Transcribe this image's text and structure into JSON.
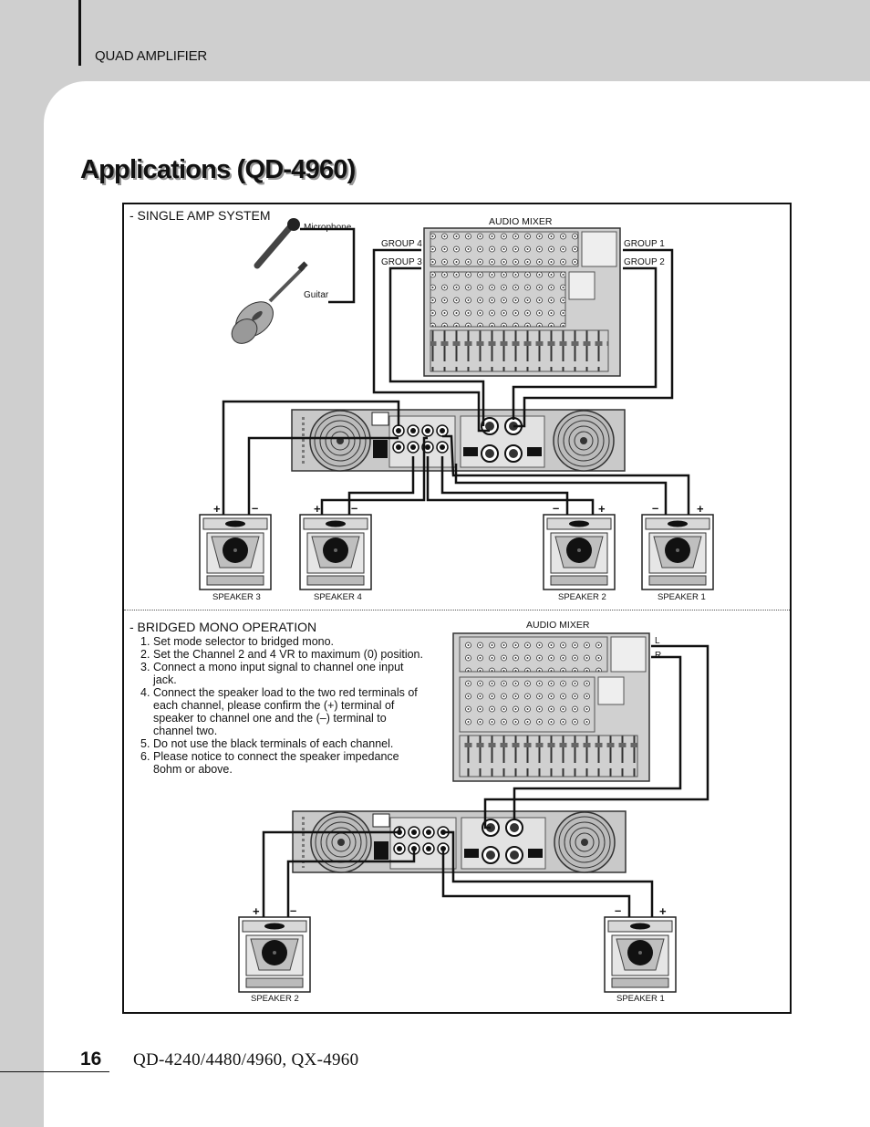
{
  "header": {
    "title": "QUAD AMPLIFIER"
  },
  "heading": "Applications (QD-4960)",
  "single": {
    "title": "- SINGLE AMP SYSTEM",
    "microphone": "Microphone",
    "guitar": "Guitar",
    "mixer": "AUDIO MIXER",
    "group4": "GROUP 4",
    "group3": "GROUP 3",
    "group1": "GROUP 1",
    "group2": "GROUP 2",
    "speakers": [
      "SPEAKER 3",
      "SPEAKER 4",
      "SPEAKER 2",
      "SPEAKER 1"
    ],
    "plus": "+",
    "minus": "–"
  },
  "bridged": {
    "title": "- BRIDGED MONO OPERATION",
    "mixer": "AUDIO MIXER",
    "left": "L",
    "right": "R",
    "steps": [
      {
        "num": "1.",
        "text": "Set mode selector to bridged mono."
      },
      {
        "num": "2.",
        "text": "Set the Channel 2 and 4 VR to maximum (0) position."
      },
      {
        "num": "3.",
        "text": "Connect a mono input signal to channel one input jack."
      },
      {
        "num": "4.",
        "text": "Connect the speaker load to the two red terminals of each channel, please confirm the (+) terminal of speaker to channel one and the (–) terminal to channel two."
      },
      {
        "num": "5.",
        "text": "Do not use the black terminals of each channel."
      },
      {
        "num": "6.",
        "text": "Please notice to connect the speaker impedance 8ohm or above."
      }
    ],
    "speakers": [
      "SPEAKER 2",
      "SPEAKER 1"
    ]
  },
  "footer": {
    "page": "16",
    "model": "QD-4240/4480/4960, QX-4960"
  }
}
